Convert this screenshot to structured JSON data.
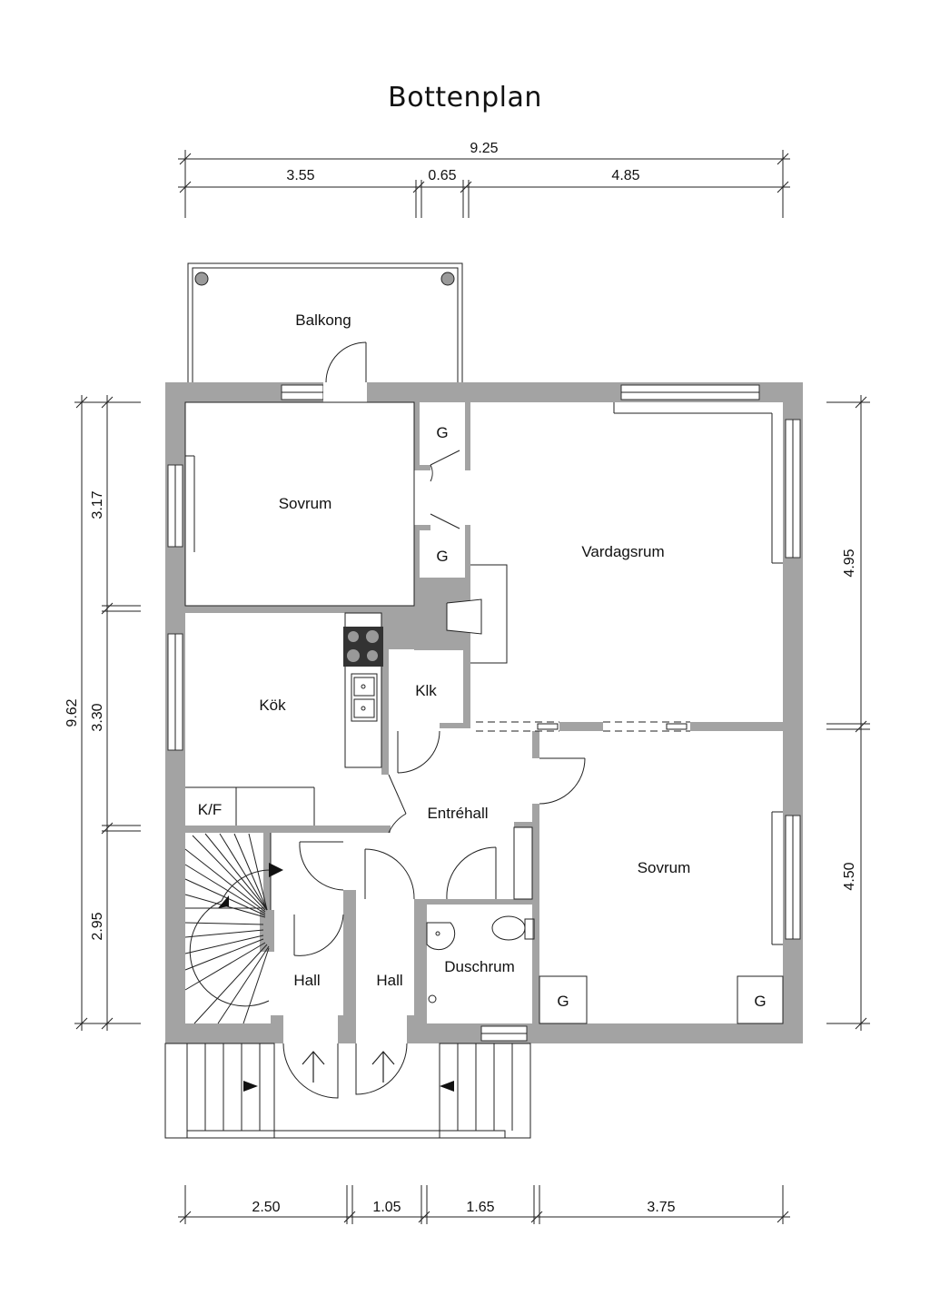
{
  "title": "Bottenplan",
  "dimensions": {
    "top_total": "9.25",
    "top_segments": [
      "3.55",
      "0.65",
      "4.85"
    ],
    "bottom_segments": [
      "2.50",
      "1.05",
      "1.65",
      "3.75"
    ],
    "left_total": "9.62",
    "left_segments": [
      "3.17",
      "3.30",
      "2.95"
    ],
    "right_segments": [
      "4.95",
      "4.50"
    ]
  },
  "rooms": {
    "balcony": "Balkong",
    "bedroom_nw": "Sovrum",
    "closet_1": "G",
    "closet_2": "G",
    "living_room": "Vardagsrum",
    "kitchen": "Kök",
    "cloakroom": "Klk",
    "fridge_freezer": "K/F",
    "entrance_hall": "Entréhall",
    "bedroom_se": "Sovrum",
    "hall_1": "Hall",
    "hall_2": "Hall",
    "shower_room": "Duschrum",
    "closet_3": "G",
    "closet_4": "G"
  }
}
